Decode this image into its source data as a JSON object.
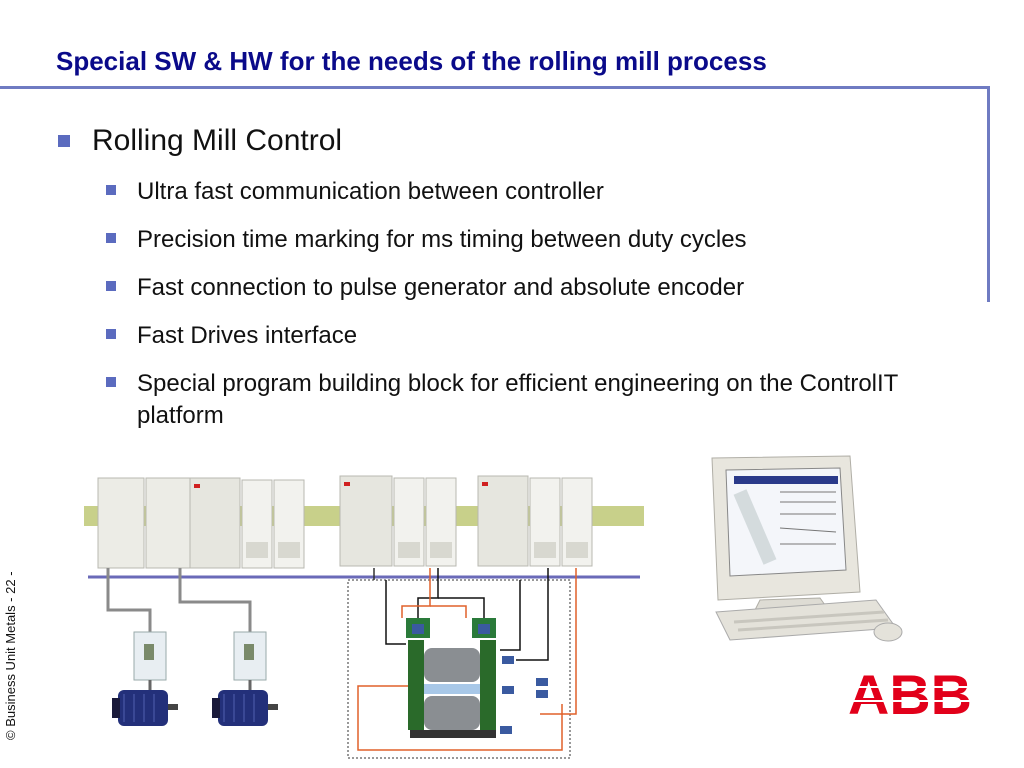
{
  "slide": {
    "title": "Special SW & HW for the needs of the rolling mill process",
    "main_bullet": "Rolling Mill Control",
    "sub_bullets": [
      "Ultra fast communication between controller",
      "Precision time marking for ms timing between duty cycles",
      "Fast connection to pulse generator and absolute encoder",
      "Fast Drives interface",
      "Special program building block for efficient engineering on the ControlIT platform"
    ],
    "footer": "© Business Unit Metals - 22 -",
    "logo": "ABB"
  },
  "colors": {
    "title": "#0a0a8a",
    "bullet": "#5b6bbf",
    "rule": "#6f7bc2",
    "logo": "#e2001a",
    "bus": "#6a6ab8",
    "signal": "#e0602a"
  },
  "icons": [
    "controller-rack-icon",
    "drive-icon",
    "motor-icon",
    "rolling-stand-icon",
    "computer-monitor-icon",
    "keyboard-icon",
    "mouse-icon"
  ]
}
